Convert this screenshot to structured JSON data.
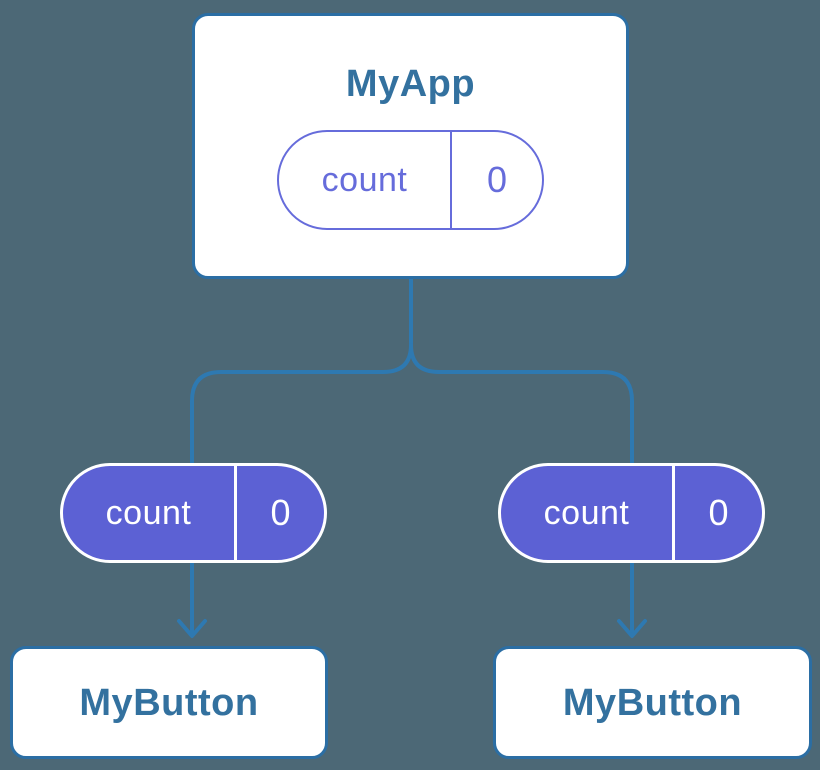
{
  "colors": {
    "background": "#4C6876",
    "connector": "#2E79B1",
    "box_border": "#2B6EA4",
    "node_text": "#33719F",
    "pill_fill": "#5C61D4",
    "pill_outline": "#666CDB"
  },
  "diagram": {
    "root": {
      "title": "MyApp",
      "state": {
        "label": "count",
        "value": "0"
      }
    },
    "children": [
      {
        "title": "MyButton",
        "state": {
          "label": "count",
          "value": "0"
        }
      },
      {
        "title": "MyButton",
        "state": {
          "label": "count",
          "value": "0"
        }
      }
    ]
  }
}
